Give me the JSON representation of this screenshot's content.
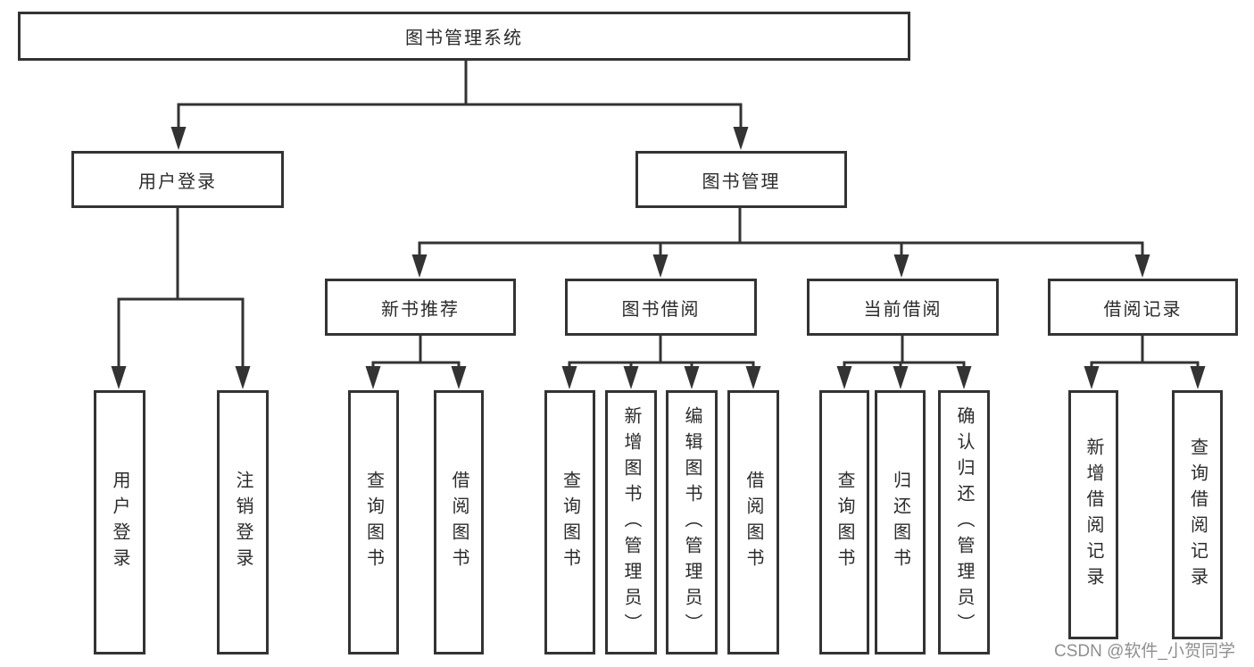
{
  "tree": {
    "label": "图书管理系统",
    "children": [
      {
        "label": "用户登录",
        "children": [
          {
            "label": "用户登录"
          },
          {
            "label": "注销登录"
          }
        ]
      },
      {
        "label": "图书管理",
        "children": [
          {
            "label": "新书推荐",
            "children": [
              {
                "label": "查询图书"
              },
              {
                "label": "借阅图书"
              }
            ]
          },
          {
            "label": "图书借阅",
            "children": [
              {
                "label": "查询图书"
              },
              {
                "label": "新增图书（管理员）"
              },
              {
                "label": "编辑图书（管理员）"
              },
              {
                "label": "借阅图书"
              }
            ]
          },
          {
            "label": "当前借阅",
            "children": [
              {
                "label": "查询图书"
              },
              {
                "label": "归还图书"
              },
              {
                "label": "确认归还（管理员）"
              }
            ]
          },
          {
            "label": "借阅记录",
            "children": [
              {
                "label": "新增借阅记录"
              },
              {
                "label": "查询借阅记录"
              }
            ]
          }
        ]
      }
    ]
  },
  "watermark": "CSDN @软件_小贺同学",
  "colors": {
    "line": "#333333",
    "text": "#2b2b2b",
    "background": "#ffffff",
    "watermark": "#8f8f8f"
  }
}
